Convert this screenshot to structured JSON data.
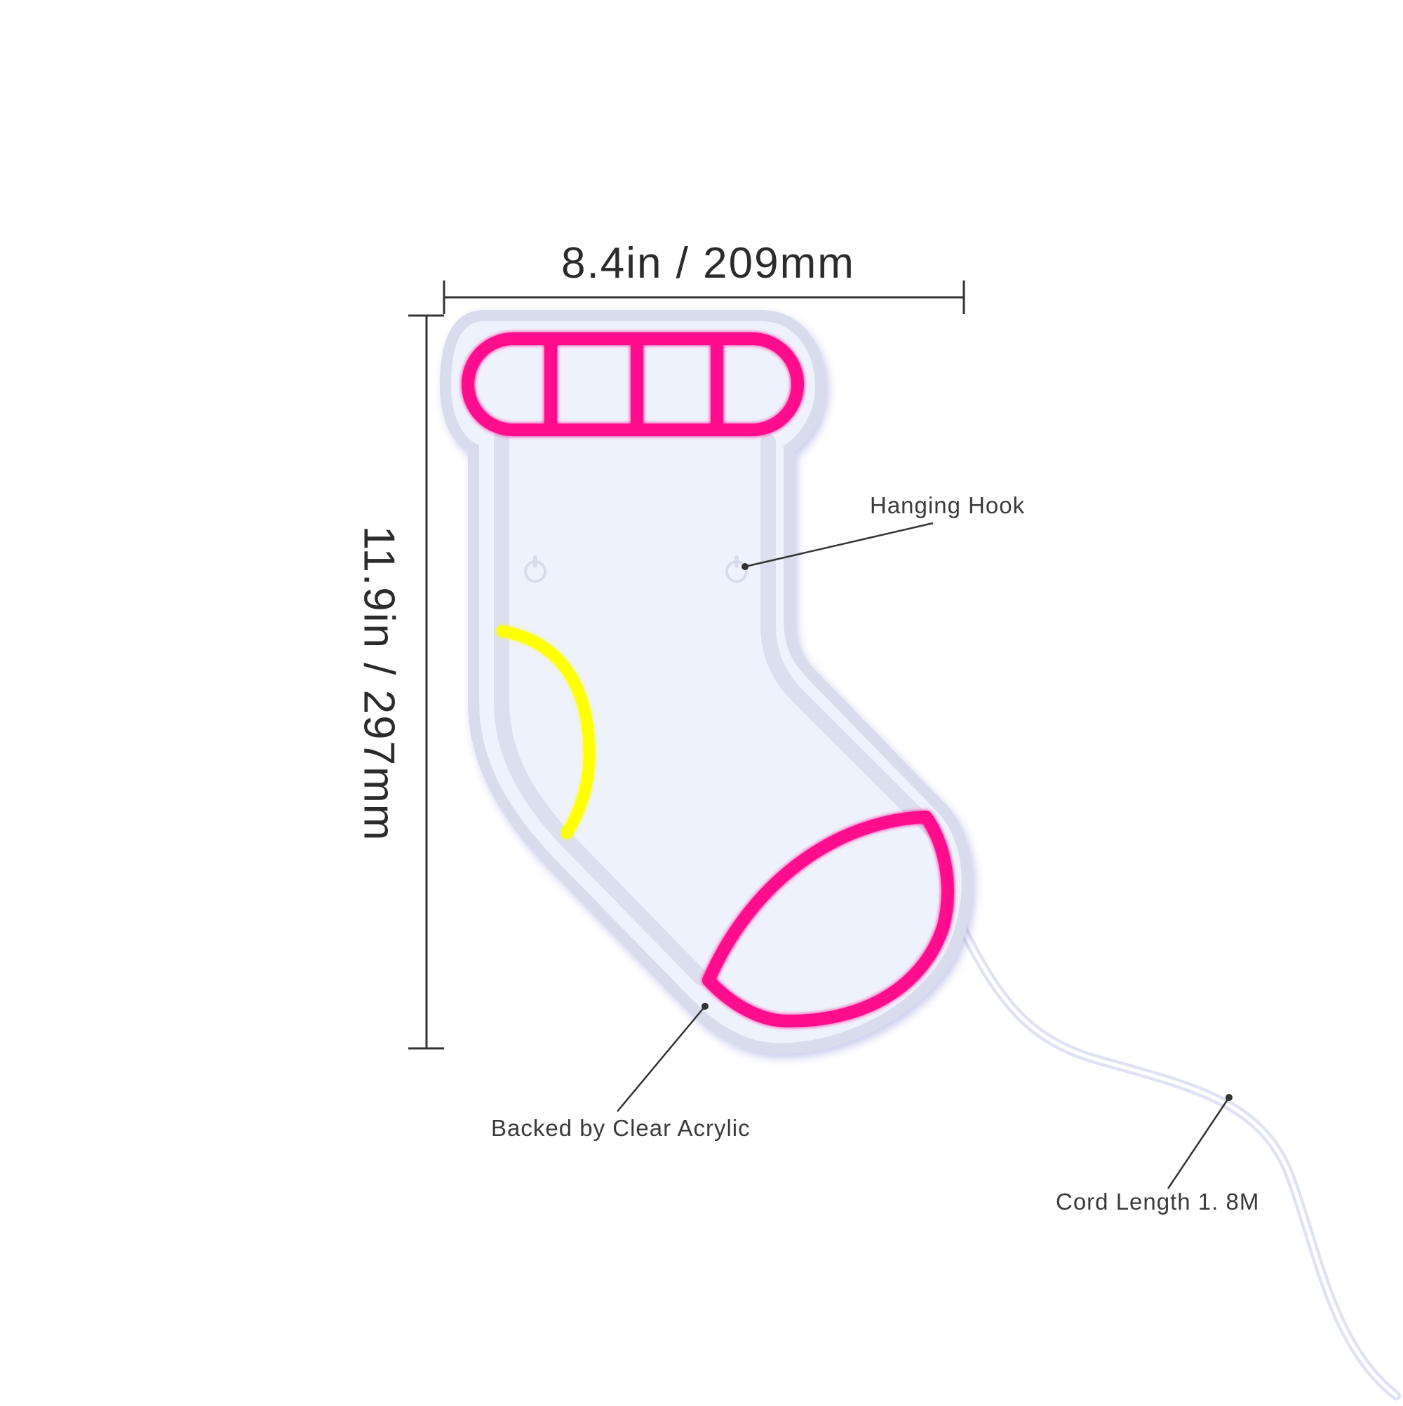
{
  "dimensions": {
    "width_text": "8.4in / 209mm",
    "height_text": "11.9in / 297mm"
  },
  "callouts": {
    "hanging_hook": "Hanging Hook",
    "backing": "Backed by Clear Acrylic",
    "cord": "Cord Length 1. 8M"
  },
  "colors": {
    "neon_pink": "#ff0a8c",
    "neon_yellow": "#ffff00",
    "acrylic_fill": "#eef2fc",
    "acrylic_edge": "#d9dcec",
    "dimension_line": "#333333"
  }
}
